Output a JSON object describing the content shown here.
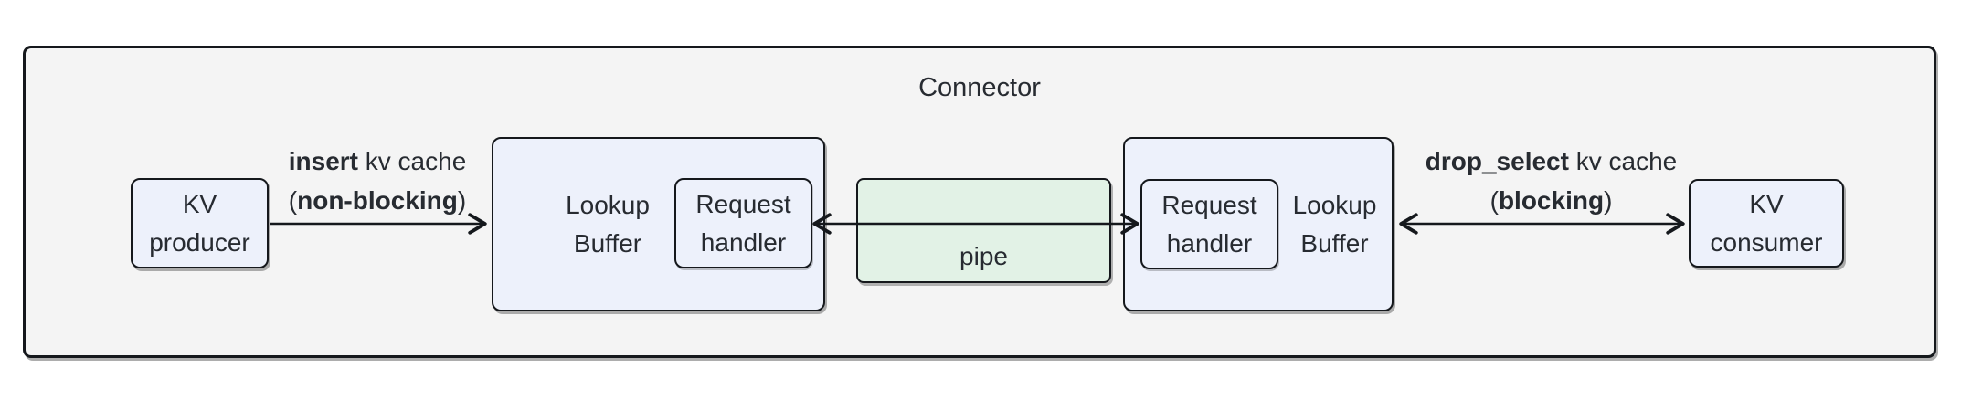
{
  "diagram": {
    "title": "Connector",
    "nodes": {
      "kv_producer": {
        "line1": "KV",
        "line2": "producer"
      },
      "lookup_buffer_left": {
        "line1": "Lookup",
        "line2": "Buffer"
      },
      "request_handler_left": {
        "line1": "Request",
        "line2": "handler"
      },
      "pipe": {
        "label": "pipe"
      },
      "request_handler_right": {
        "line1": "Request",
        "line2": "handler"
      },
      "lookup_buffer_right": {
        "line1": "Lookup",
        "line2": "Buffer"
      },
      "kv_consumer": {
        "line1": "KV",
        "line2": "consumer"
      }
    },
    "edges": {
      "insert": {
        "op": "insert",
        "rest": " kv cache",
        "paren_open": "(",
        "mode": "non-blocking",
        "paren_close": ")",
        "direction": "one-way-right"
      },
      "pipe_link": {
        "direction": "two-way"
      },
      "drop_select": {
        "op": "drop_select",
        "rest": " kv cache",
        "paren_open": "(",
        "mode": "blocking",
        "paren_close": ")",
        "direction": "two-way"
      }
    },
    "colors": {
      "background": "#ffffff",
      "container_fill": "#f4f4f4",
      "node_fill": "#edf1fb",
      "pipe_fill": "#e2f2e6",
      "border": "#15181c",
      "text": "#272b31"
    }
  }
}
